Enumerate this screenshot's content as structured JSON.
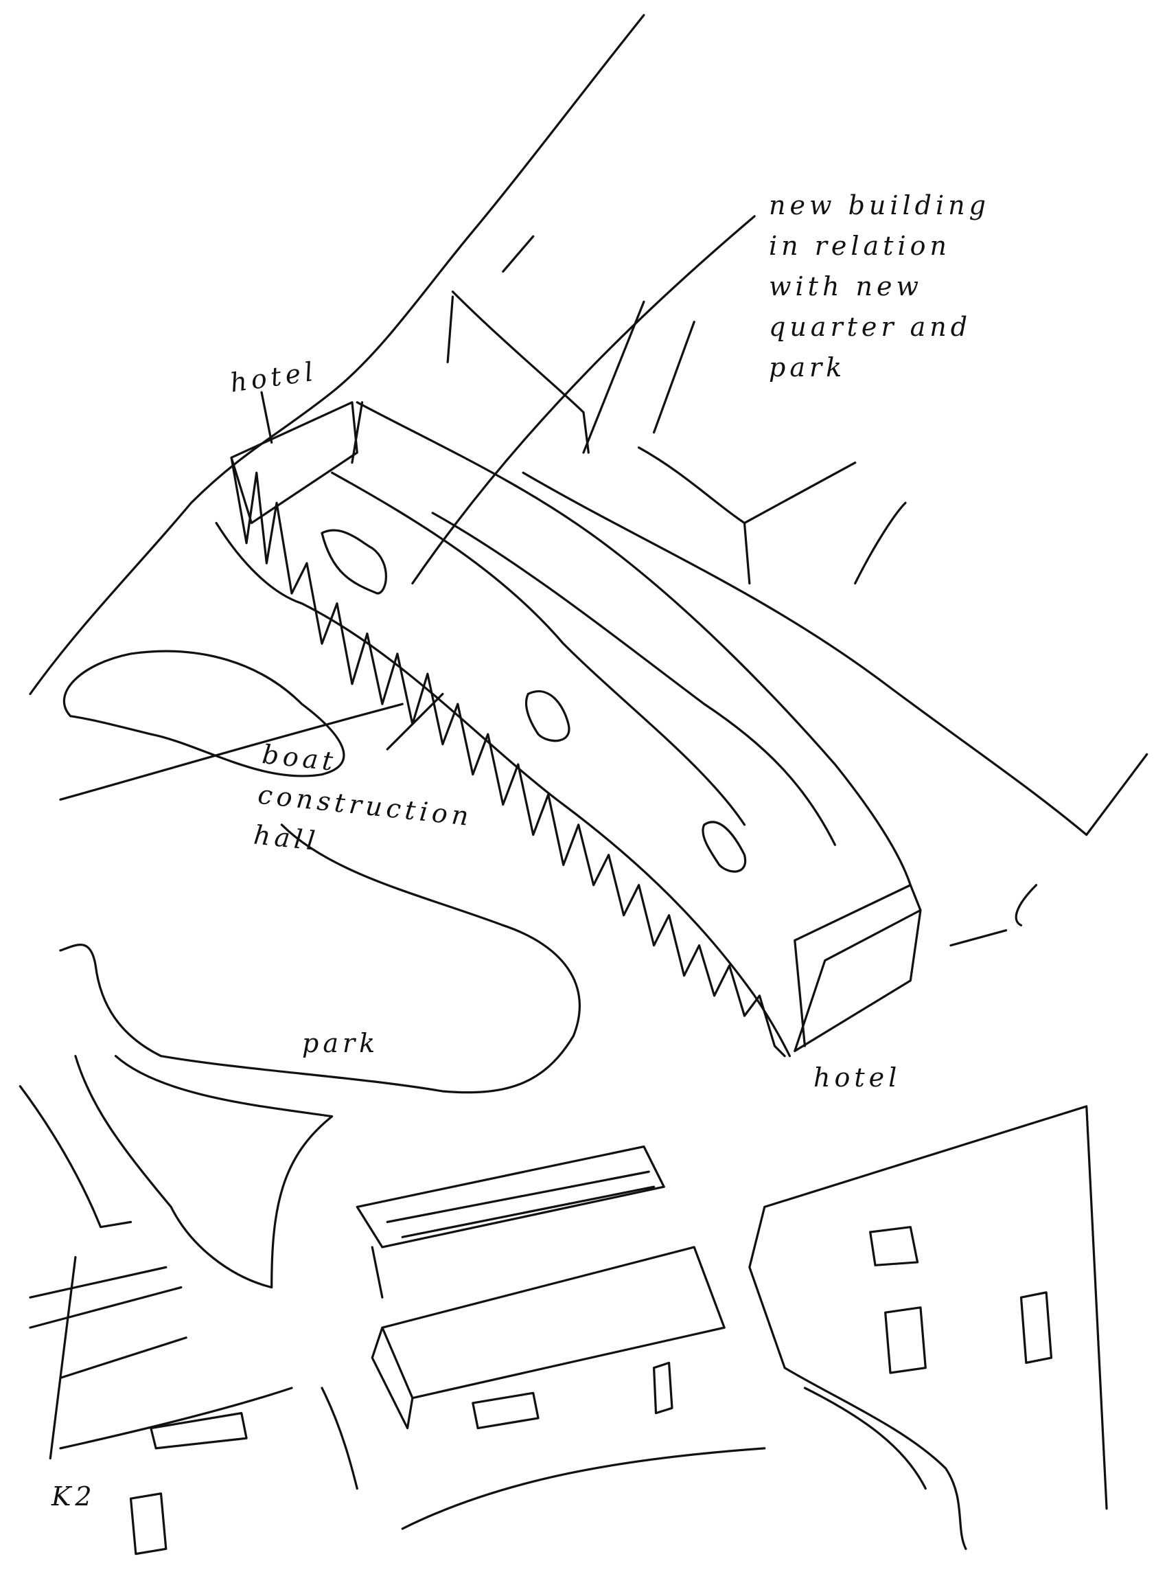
{
  "annotations": {
    "main_note": [
      "new building",
      "in relation",
      "with new",
      "quarter and",
      "park"
    ],
    "hotel_top": "hotel",
    "boat_hall": [
      "boat",
      "construction",
      "hall"
    ],
    "park": "park",
    "hotel_bottom": "hotel",
    "k2": "K2"
  },
  "colors": {
    "ink": "#111111",
    "paper": "#ffffff"
  }
}
